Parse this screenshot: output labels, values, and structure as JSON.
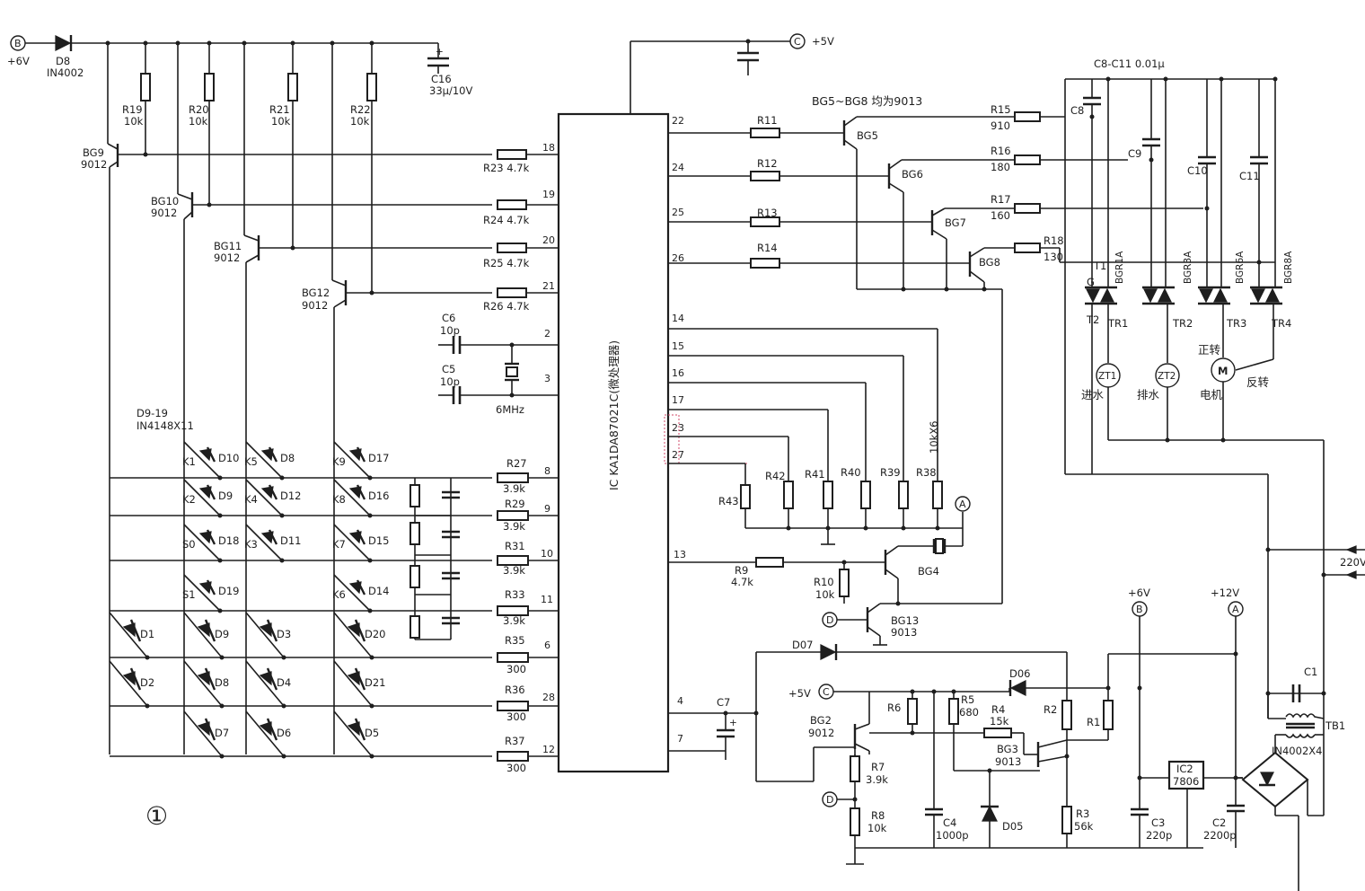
{
  "figure_number": "①",
  "chip": {
    "label": "IC KA1DA87021C(微处理器)"
  },
  "nodes": {
    "B": "B",
    "C": "C",
    "D": "D",
    "A": "A"
  },
  "supply": {
    "p6v": "+6V",
    "p5v": "+5V",
    "p12v": "+12V",
    "ac": "220V"
  },
  "parts": {
    "D8": "D8",
    "D8v": "IN4002",
    "C16": "C16",
    "C16v": "33μ/10V",
    "R19": "R19",
    "R20": "R20",
    "R21": "R21",
    "R22": "R22",
    "v10k": "10k",
    "BG9": "BG9",
    "BG10": "BG10",
    "BG11": "BG11",
    "BG12": "BG12",
    "v9012": "9012",
    "R23": "R23 4.7k",
    "R24": "R24 4.7k",
    "R25": "R25 4.7k",
    "R26": "R26 4.7k",
    "C6": "C6",
    "C6v": "10p",
    "C5": "C5",
    "C5v": "10p",
    "xtal": "6MHz",
    "D9_19": "D9-19",
    "D9_19v": "IN4148X11",
    "R27": "R27",
    "R29": "R29",
    "R31": "R31",
    "R33": "R33",
    "v39k": "3.9k",
    "R35": "R35",
    "R36": "R36",
    "R37": "R37",
    "v300": "300",
    "R11": "R11",
    "R12": "R12",
    "R13": "R13",
    "R14": "R14",
    "BG5_8": "BG5~BG8 均为9013",
    "BG5": "BG5",
    "BG6": "BG6",
    "BG7": "BG7",
    "BG8": "BG8",
    "R15": "R15",
    "R15v": "910",
    "R16": "R16",
    "R16v": "180",
    "R17": "R17",
    "R17v": "160",
    "R18": "R18",
    "R18v": "130",
    "C8_11": "C8-C11 0.01μ",
    "C8": "C8",
    "C9": "C9",
    "C10": "C10",
    "C11": "C11",
    "T1": "T1",
    "G": "G",
    "T2": "T2",
    "BGR1A": "BGR1A",
    "BGR3A": "BGR3A",
    "BGR6A": "BGR6A",
    "BGR8A": "BGR8A",
    "TR1": "TR1",
    "TR2": "TR2",
    "TR3": "TR3",
    "TR4": "TR4",
    "ZT1": "ZT1",
    "ZT2": "ZT2",
    "M": "M",
    "inlet": "进水",
    "drain": "排水",
    "motor": "电机",
    "fwd": "正转",
    "rev": "反转",
    "R43": "R43",
    "R42": "R42",
    "R41": "R41",
    "R40": "R40",
    "R39": "R39",
    "R38": "R38",
    "v10kx6": "10kX6",
    "R9": "R9",
    "R9v": "4.7k",
    "R10": "R10",
    "R10v": "10k",
    "BG4": "BG4",
    "BG13": "BG13",
    "BG13v": "9013",
    "D07": "D07",
    "D06": "D06",
    "D05": "D05",
    "C7": "C7",
    "BG2": "BG2",
    "BG2v": "9012",
    "R6": "R6",
    "R5": "R5",
    "R5v": "680",
    "R4": "R4",
    "R4v": "15k",
    "BG3": "BG3",
    "BG3v": "9013",
    "R2": "R2",
    "R1": "R1",
    "R7": "R7",
    "R7v": "3.9k",
    "R8": "R8",
    "R8v": "10k",
    "C4": "C4",
    "C4v": "1000p",
    "R3": "R3",
    "R3v": "56k",
    "C3": "C3",
    "C3v": "220p",
    "IC2": "IC2",
    "IC2v": "7806",
    "C2": "C2",
    "C2v": "2200p",
    "C1": "C1",
    "TB1": "TB1",
    "bridge": "IN4002X4"
  },
  "keys": [
    "K1",
    "K2",
    "S0",
    "S1",
    "K5",
    "K4",
    "K3",
    "K9",
    "K8",
    "K7",
    "K6"
  ],
  "diodes_top": [
    "D10",
    "D9",
    "D18",
    "D19",
    "D8",
    "D12",
    "D11",
    "D17",
    "D16",
    "D15",
    "D14"
  ],
  "diodes_bot": [
    "D1",
    "D2",
    "D9",
    "D8",
    "D7",
    "D3",
    "D4",
    "D6",
    "D20",
    "D21",
    "D5"
  ],
  "pins": {
    "p18": "18",
    "p19": "19",
    "p20": "20",
    "p21": "21",
    "p2": "2",
    "p3": "3",
    "p8": "8",
    "p9": "9",
    "p10": "10",
    "p11": "11",
    "p6": "6",
    "p28": "28",
    "p12": "12",
    "p22": "22",
    "p24": "24",
    "p25": "25",
    "p26": "26",
    "p14": "14",
    "p15": "15",
    "p16": "16",
    "p17": "17",
    "p23": "23",
    "p27": "27",
    "p13": "13",
    "p4": "4",
    "p7": "7"
  }
}
